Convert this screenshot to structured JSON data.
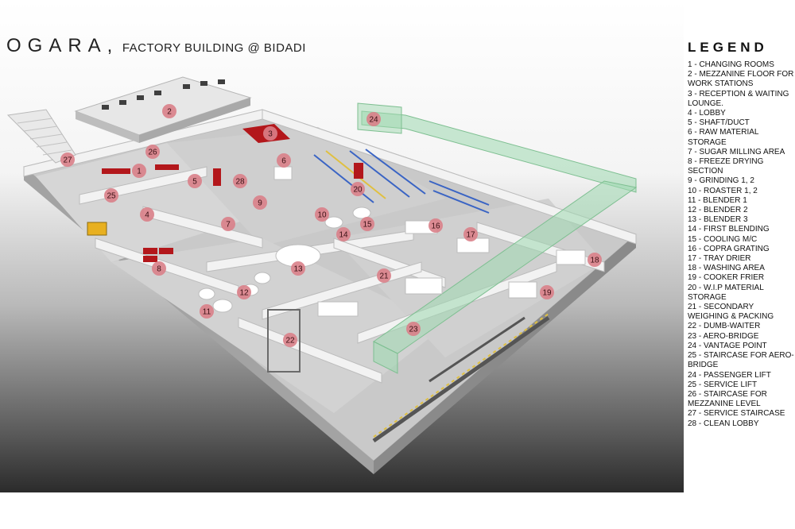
{
  "title": {
    "brand": "OGARA,",
    "subtitle": "FACTORY BUILDING @ BIDADI"
  },
  "legend": {
    "heading": "LEGEND",
    "items": [
      "1 - CHANGING ROOMS",
      "2 - MEZZANINE FLOOR FOR WORK STATIONS",
      "3 - RECEPTION & WAITING LOUNGE.",
      "4 - LOBBY",
      "5 - SHAFT/DUCT",
      "6 - RAW MATERIAL STORAGE",
      "7 - SUGAR MILLING AREA",
      "8 - FREEZE DRYING SECTION",
      "9 - GRINDING 1, 2",
      "10 - ROASTER 1, 2",
      "11 - BLENDER 1",
      "12 - BLENDER 2",
      "13 - BLENDER 3",
      "14 - FIRST BLENDING",
      "15 - COOLING M/C",
      "16 - COPRA GRATING",
      "17 - TRAY DRIER",
      "18 - WASHING AREA",
      "19 - COOKER FRIER",
      "20 - W.I.P MATERIAL STORAGE",
      "21 - SECONDARY WEIGHING & PACKING",
      "22 - DUMB-WAITER",
      "23 - AERO-BRIDGE",
      "24 - VANTAGE POINT",
      "25 - STAIRCASE FOR AERO-BRIDGE",
      "24 - PASSENGER LIFT",
      "25 - SERVICE LIFT",
      "26 - STAIRCASE FOR MEZZANINE LEVEL",
      "27 - SERVICE STAIRCASE",
      "28 - CLEAN LOBBY"
    ]
  },
  "markers": [
    "1",
    "2",
    "3",
    "4",
    "5",
    "6",
    "7",
    "8",
    "9",
    "10",
    "11",
    "12",
    "13",
    "14",
    "15",
    "16",
    "17",
    "18",
    "19",
    "20",
    "21",
    "22",
    "23",
    "24",
    "25",
    "26",
    "27",
    "28"
  ],
  "colors": {
    "marker_fill": "#d98088",
    "wall": "#ededed",
    "floor": "#d4d4d4",
    "glass": "#9fd8b0",
    "racks": "#3a64c4",
    "rack_shelf": "#e0c040",
    "red": "#b3171b"
  }
}
